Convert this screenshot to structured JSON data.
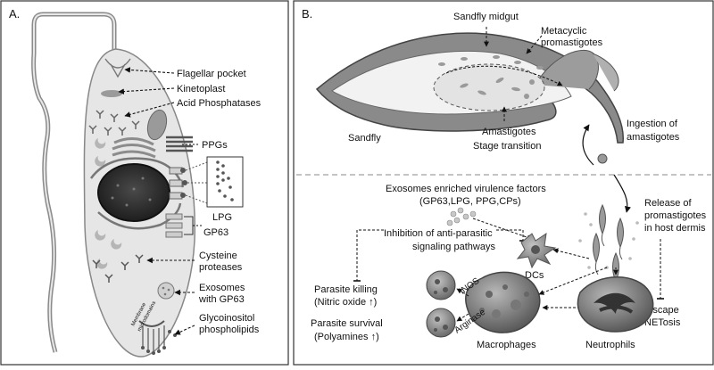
{
  "panel_a": {
    "letter": "A.",
    "labels": {
      "flagellar_pocket": "Flagellar pocket",
      "kinetoplast": "Kinetoplast",
      "acid_phosphatases": "Acid Phosphatases",
      "ppgs": "PPGs",
      "lpg": "LPG",
      "gp63": "GP63",
      "cysteine_line1": "Cysteine",
      "cysteine_line2": "proteases",
      "exosomes_line1": "Exosomes",
      "exosomes_line2": "with GP63",
      "glyco_line1": "Glycoinositol",
      "glyco_line2": "phospholipids",
      "membrane_line1": "Membrane",
      "membrane_line2": "microdomains"
    }
  },
  "panel_b": {
    "letter": "B.",
    "labels": {
      "sandfly_midgut": "Sandfly midgut",
      "metacyclic_line1": "Metacyclic",
      "metacyclic_line2": "promastigotes",
      "sandfly": "Sandfly",
      "amastigotes": "Amastigotes",
      "stage_transition": "Stage transition",
      "ingestion_line1": "Ingestion of",
      "ingestion_line2": "amastigotes",
      "exosomes_line1": "Exosomes enriched virulence factors",
      "exosomes_line2": "(GP63,LPG, PPG,CPs)",
      "release_line1": "Release of",
      "release_line2": "promastigotes",
      "release_line3": "in host dermis",
      "inhibition_line1": "Inhibition of anti-parasitic",
      "inhibition_line2": "signaling pathways",
      "dcs": "DCs",
      "inos": "iNOS",
      "arginase": "Arginase",
      "killing_line1": "Parasite killing",
      "killing_line2": "(Nitric oxide ↑)",
      "survival_line1": "Parasite survival",
      "survival_line2": "(Polyamines ↑)",
      "macrophages": "Macrophages",
      "neutrophils": "Neutrophils",
      "escape_line1": "Escape",
      "escape_line2": "NETosis"
    }
  }
}
